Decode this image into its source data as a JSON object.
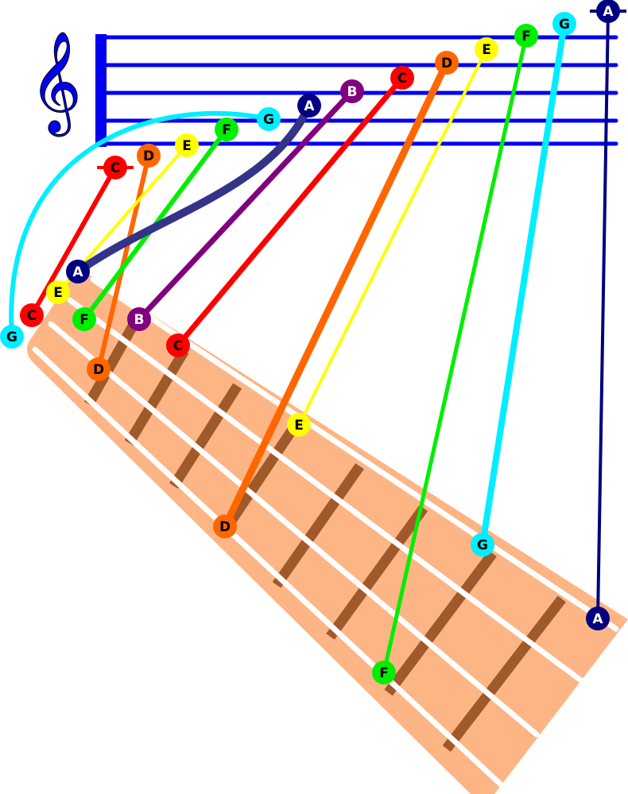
{
  "colors": {
    "staff": "#0000ee",
    "fretboard": "#fdb585",
    "fret": "#a0592a",
    "string": "#ffffff"
  },
  "clef": {
    "icon": "treble-clef-icon",
    "glyph": "𝄞"
  },
  "notes": [
    {
      "letter": "C",
      "color": "#ff0000",
      "text_color": "#000000",
      "ledger": true
    },
    {
      "letter": "D",
      "color": "#ff6600",
      "text_color": "#000000",
      "ledger": false
    },
    {
      "letter": "E",
      "color": "#ffff00",
      "text_color": "#000000",
      "ledger": false
    },
    {
      "letter": "F",
      "color": "#00ee00",
      "text_color": "#000000",
      "ledger": false
    },
    {
      "letter": "G",
      "color": "#00eeff",
      "text_color": "#000000",
      "ledger": false
    },
    {
      "letter": "A",
      "color": "#000080",
      "text_color": "#ffffff",
      "ledger": false
    },
    {
      "letter": "B",
      "color": "#800080",
      "text_color": "#ffffff",
      "ledger": false
    },
    {
      "letter": "C",
      "color": "#ff0000",
      "text_color": "#000000",
      "ledger": false
    },
    {
      "letter": "D",
      "color": "#ff6600",
      "text_color": "#000000",
      "ledger": false
    },
    {
      "letter": "E",
      "color": "#ffff00",
      "text_color": "#000000",
      "ledger": false
    },
    {
      "letter": "F",
      "color": "#00ee00",
      "text_color": "#000000",
      "ledger": false
    },
    {
      "letter": "G",
      "color": "#00eeff",
      "text_color": "#000000",
      "ledger": false
    },
    {
      "letter": "A",
      "color": "#000080",
      "text_color": "#ffffff",
      "ledger": true
    }
  ]
}
